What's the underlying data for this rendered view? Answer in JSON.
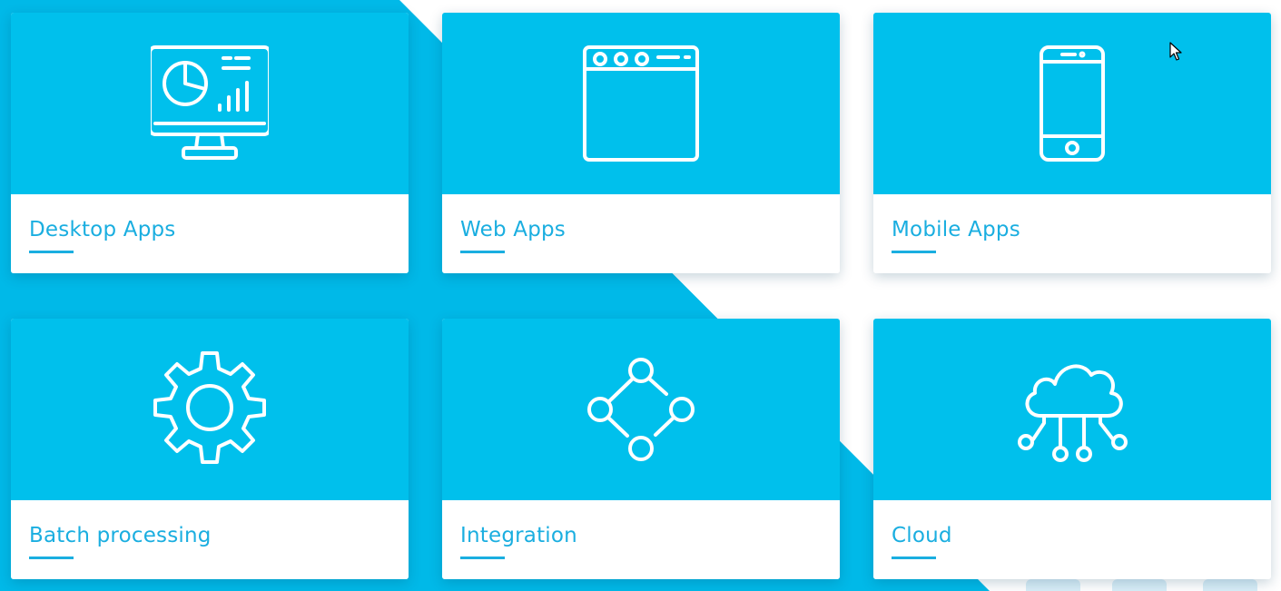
{
  "colors": {
    "accent": "#00c0ec",
    "title_text": "#1aaee0",
    "card_bottom": "#ffffff",
    "page_background": "#ffffff"
  },
  "cards": [
    {
      "title": "Desktop Apps",
      "icon": "desktop-monitor-chart-icon"
    },
    {
      "title": "Web Apps",
      "icon": "browser-window-icon"
    },
    {
      "title": "Mobile Apps",
      "icon": "smartphone-icon"
    },
    {
      "title": "Batch processing",
      "icon": "gear-icon"
    },
    {
      "title": "Integration",
      "icon": "integration-nodes-icon"
    },
    {
      "title": "Cloud",
      "icon": "cloud-network-icon"
    }
  ]
}
